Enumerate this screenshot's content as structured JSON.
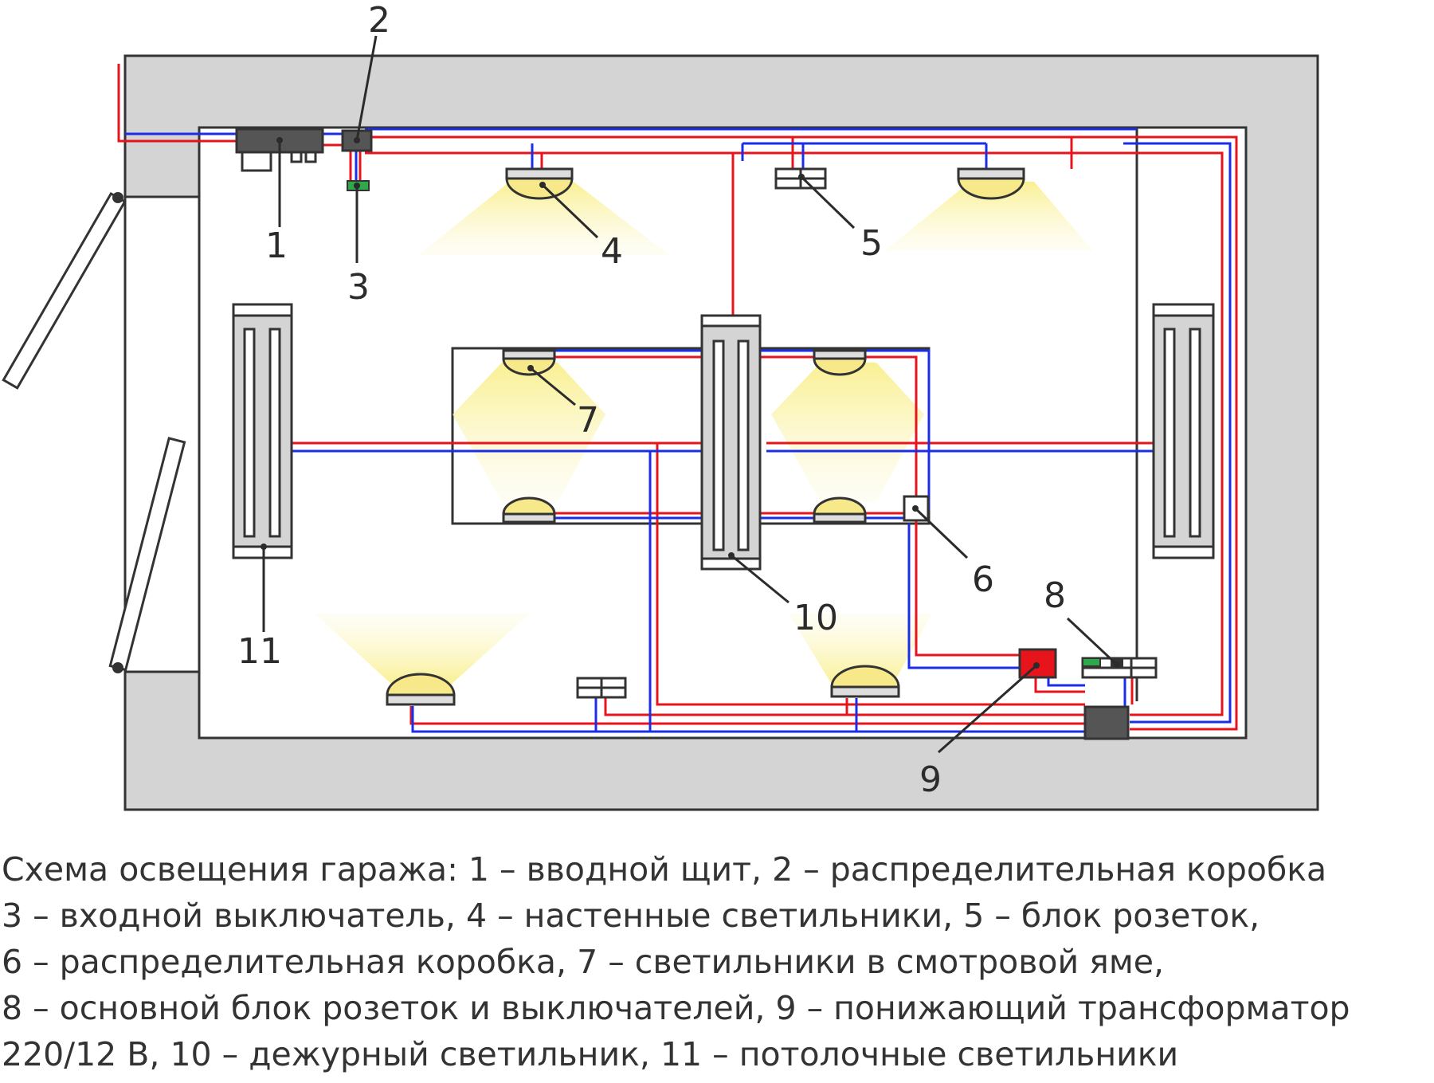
{
  "colors": {
    "wall": "#d4d4d4",
    "outline": "#333333",
    "phase_wire": "#e8141b",
    "neutral_wire": "#1b2ee6",
    "device": "#555555",
    "transformer": "#e8141b",
    "switch_led": "#2ea84a",
    "light_glow": "#fbf3a5"
  },
  "labels": {
    "l1": "1",
    "l2": "2",
    "l3": "3",
    "l4": "4",
    "l5": "5",
    "l6": "6",
    "l7": "7",
    "l8": "8",
    "l9": "9",
    "l10": "10",
    "l11": "11"
  },
  "caption": [
    "Схема освещения гаража: 1 – вводной щит, 2 – распределительная коробка",
    "3 – входной выключатель, 4 – настенные светильники, 5 – блок розеток,",
    "6 – распределительная коробка, 7 – светильники в смотровой яме,",
    "8 – основной блок розеток и выключателей, 9 – понижающий трансформатор",
    "220/12 В, 10 – дежурный светильник, 11 – потолочные светильники"
  ]
}
